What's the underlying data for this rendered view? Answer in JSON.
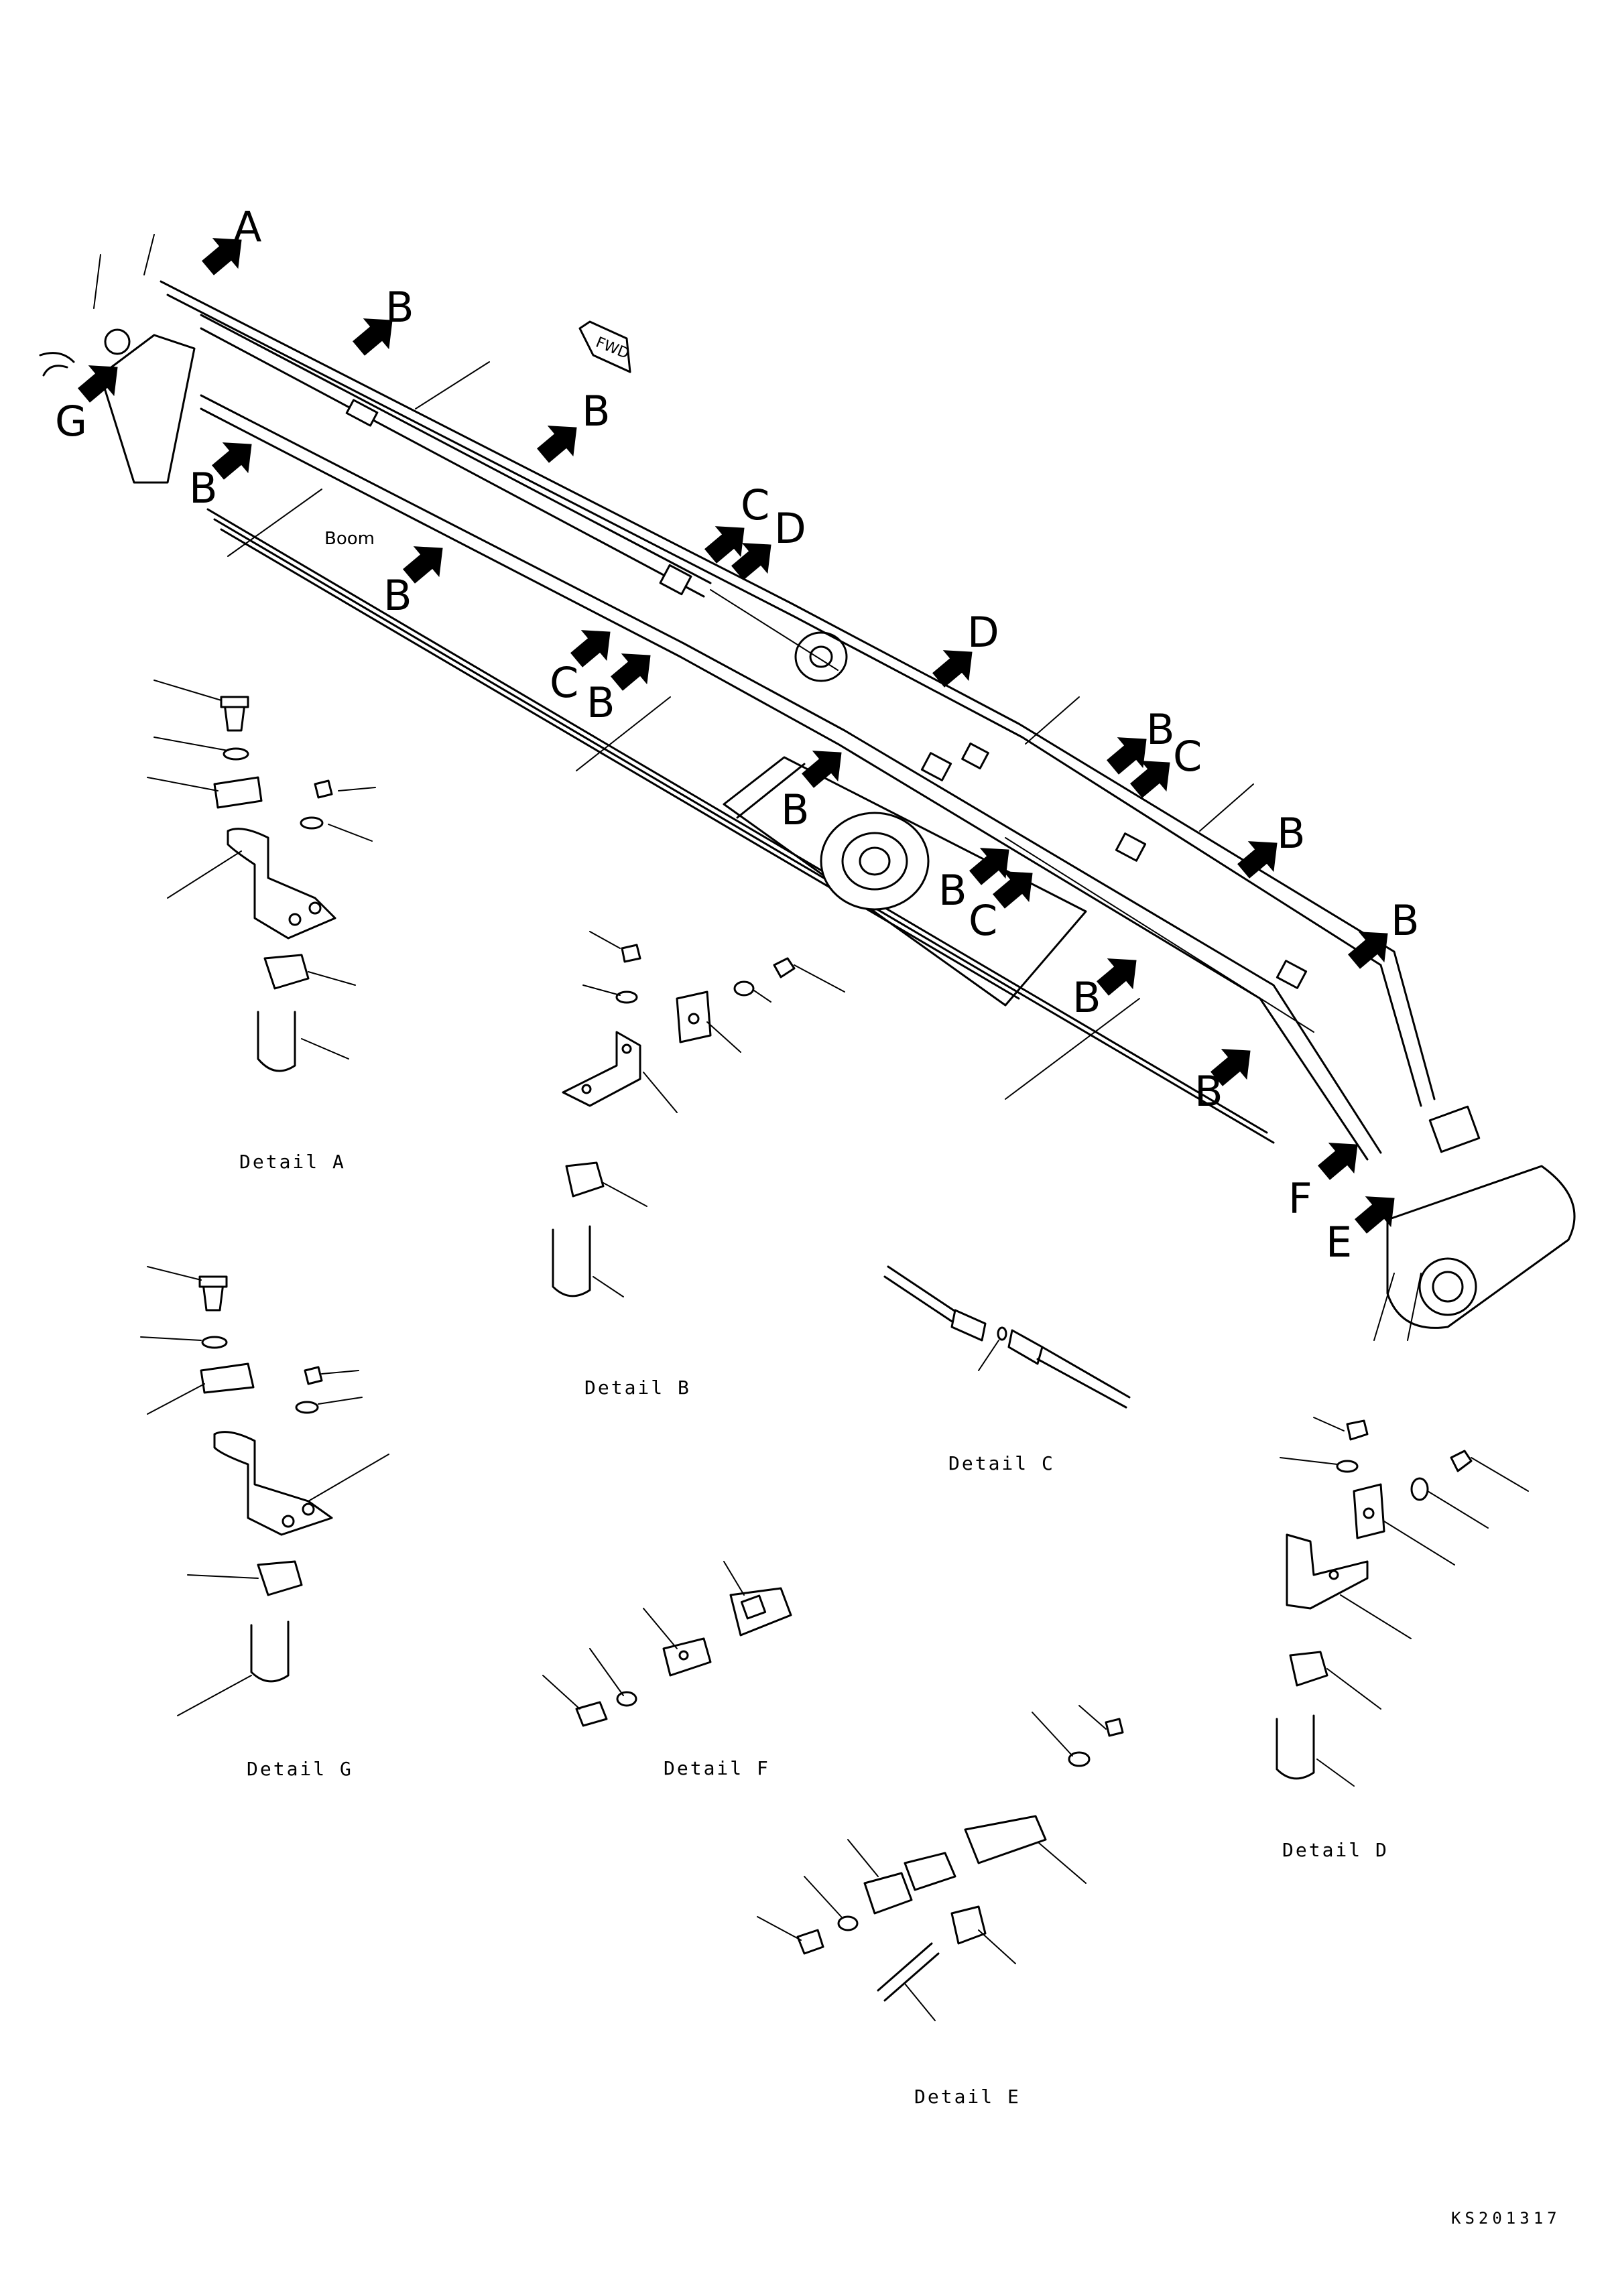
{
  "drawing_id": "KS201317",
  "boom_label": "Boom",
  "fwd_label": "FWD",
  "callouts": {
    "A": "A",
    "B": "B",
    "C": "C",
    "D": "D",
    "E": "E",
    "F": "F",
    "G": "G"
  },
  "details": {
    "a": "Detail A",
    "b": "Detail B",
    "c": "Detail C",
    "d": "Detail D",
    "e": "Detail E",
    "f": "Detail F",
    "g": "Detail G"
  }
}
